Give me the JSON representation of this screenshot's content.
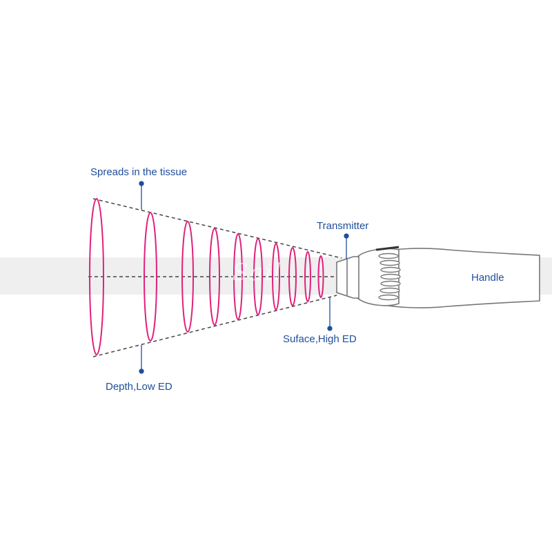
{
  "labels": {
    "spreads": "Spreads in the tissue",
    "transmitter": "Transmitter",
    "handle": "Handle",
    "surface": "Suface,High ED",
    "depth": "Depth,Low ED"
  },
  "watermark": "Sail",
  "colors": {
    "label_text": "#1f4e9a",
    "leader": "#1f4e9a",
    "wave_rings": "#e0207a",
    "outline": "#777777",
    "band": "#ececec"
  },
  "icons": {
    "handpiece": "shockwave-handpiece-icon",
    "waves": "wave-ring-icon"
  }
}
